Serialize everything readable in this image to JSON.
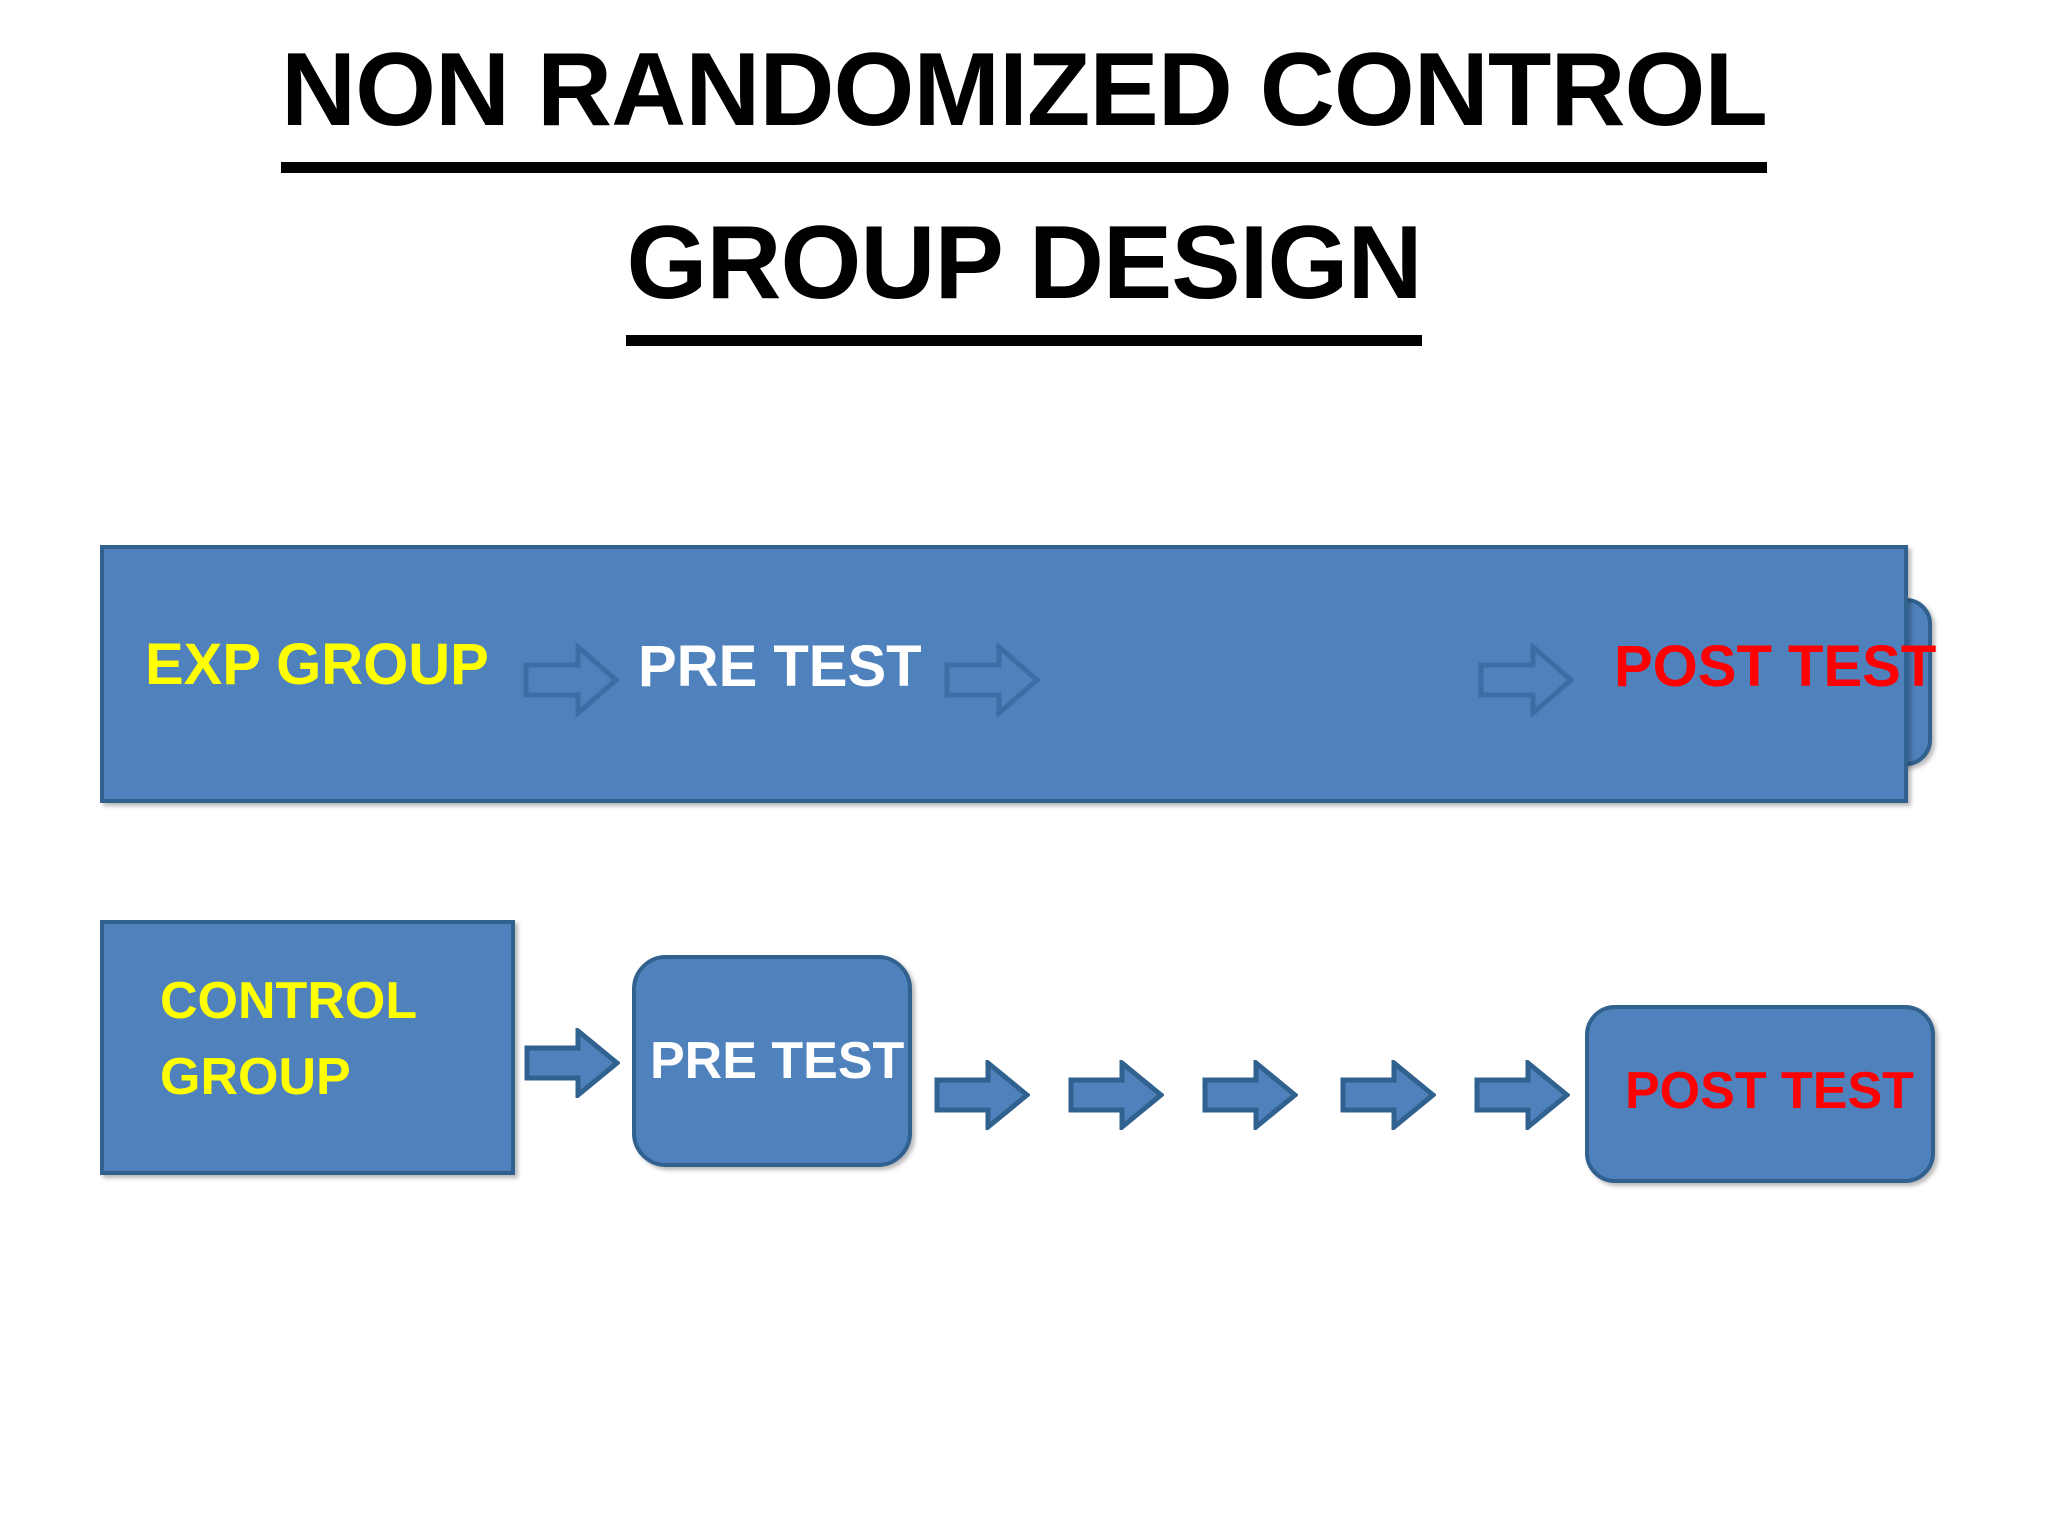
{
  "slide": {
    "background_color": "#ffffff",
    "title": {
      "line1": "NON RANDOMIZED CONTROL",
      "line2": "GROUP DESIGN",
      "color": "#000000",
      "underlined": true
    },
    "colors": {
      "shape_fill": "#4f81bd",
      "shape_border": "#31618f",
      "group_label": "#ffff00",
      "pretest_label": "#ffffff",
      "posttest_label": "#ff0000"
    },
    "rows": [
      {
        "id": "experimental",
        "group_label": "EXP GROUP",
        "pretest_label": "PRE TEST",
        "posttest_label": "POST TEST",
        "arrow_style": "outline",
        "arrow_count": 3,
        "container": "single-wide-bar",
        "hidden_shape": "rounded-rectangle-behind-right-edge"
      },
      {
        "id": "control",
        "group_label_line1": "CONTROL",
        "group_label_line2": "GROUP",
        "pretest_label": "PRE TEST",
        "posttest_label": "POST TEST",
        "arrow_style": "filled",
        "arrow_count": 6,
        "container": "separate-boxes"
      }
    ],
    "icons": {
      "arrow_right_outline": "arrow-right-outline-icon",
      "arrow_right_filled": "arrow-right-filled-icon"
    }
  }
}
